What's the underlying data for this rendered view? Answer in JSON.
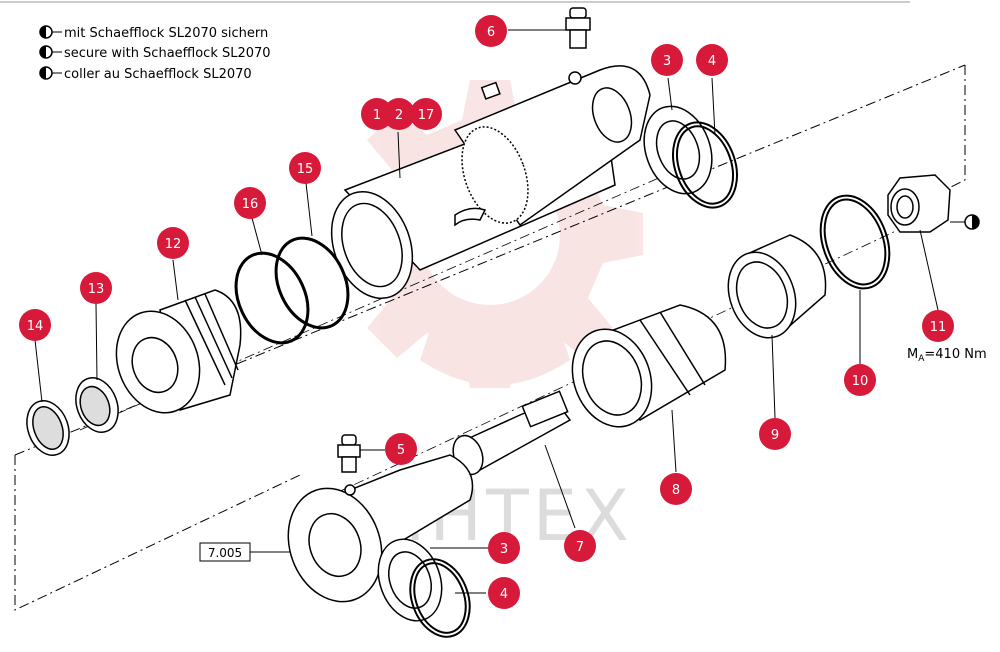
{
  "legend": [
    {
      "text": "mit Schaefflock SL2070 sichern"
    },
    {
      "text": "secure with Schaefflock SL2070"
    },
    {
      "text": "coller au Schaefflock SL2070"
    }
  ],
  "callouts": [
    {
      "id": "c6",
      "label": "6"
    },
    {
      "id": "c3a",
      "label": "3"
    },
    {
      "id": "c4a",
      "label": "4"
    },
    {
      "id": "c1",
      "label": "1"
    },
    {
      "id": "c2",
      "label": "2"
    },
    {
      "id": "c17",
      "label": "17"
    },
    {
      "id": "c15",
      "label": "15"
    },
    {
      "id": "c16",
      "label": "16"
    },
    {
      "id": "c12",
      "label": "12"
    },
    {
      "id": "c13",
      "label": "13"
    },
    {
      "id": "c14",
      "label": "14"
    },
    {
      "id": "c11",
      "label": "11"
    },
    {
      "id": "c10",
      "label": "10"
    },
    {
      "id": "c9",
      "label": "9"
    },
    {
      "id": "c8",
      "label": "8"
    },
    {
      "id": "c5",
      "label": "5"
    },
    {
      "id": "c3b",
      "label": "3"
    },
    {
      "id": "c7",
      "label": "7"
    },
    {
      "id": "c4b",
      "label": "4"
    }
  ],
  "torque": {
    "prefix": "M",
    "sub": "A",
    "value": "=410 Nm"
  },
  "ref_box": "7.005",
  "watermark": "MHTEX",
  "colors": {
    "callout": "#d7193a",
    "line": "#000000",
    "watermark": "#f2c7c7"
  }
}
